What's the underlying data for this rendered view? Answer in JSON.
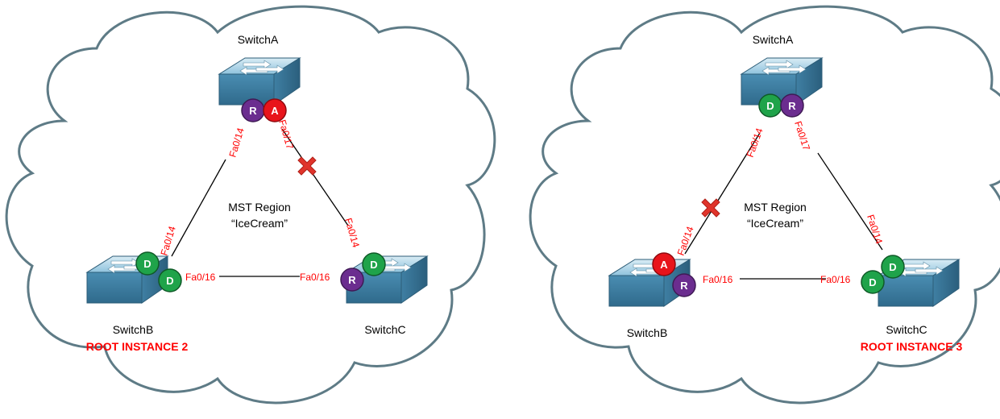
{
  "diagrams": [
    {
      "switch_a": {
        "name": "SwitchA"
      },
      "switch_b": {
        "name": "SwitchB"
      },
      "switch_c": {
        "name": "SwitchC"
      },
      "region": {
        "line1": "MST Region",
        "line2": "“IceCream”"
      },
      "root_label": "ROOT INSTANCE 2",
      "ports": {
        "a_to_b": "Fa0/14",
        "a_to_c": "Fa0/17",
        "b_to_a": "Fa0/14",
        "b_to_c": "Fa0/16",
        "c_to_a": "Fa0/14",
        "c_to_b": "Fa0/16"
      },
      "roles": {
        "a_to_b": "R",
        "a_to_c": "A",
        "b_to_a": "D",
        "b_to_c": "D",
        "c_to_a": "D",
        "c_to_b": "R"
      },
      "blocked_link": "a_to_c"
    },
    {
      "switch_a": {
        "name": "SwitchA"
      },
      "switch_b": {
        "name": "SwitchB"
      },
      "switch_c": {
        "name": "SwitchC"
      },
      "region": {
        "line1": "MST Region",
        "line2": "“IceCream”"
      },
      "root_label": "ROOT INSTANCE 3",
      "ports": {
        "a_to_b": "Fa0/14",
        "a_to_c": "Fa0/17",
        "b_to_a": "Fa0/14",
        "b_to_c": "Fa0/16",
        "c_to_a": "Fa0/14",
        "c_to_b": "Fa0/16"
      },
      "roles": {
        "a_to_b": "D",
        "a_to_c": "R",
        "b_to_a": "A",
        "b_to_c": "R",
        "c_to_a": "D",
        "c_to_b": "D"
      },
      "blocked_link": "a_to_b"
    }
  ],
  "colors": {
    "designated": "#1fa34a",
    "root": "#6b2d8f",
    "alternate": "#e8141b",
    "cloud_stroke": "#5e7b86",
    "switch_body": "#5aa0c4",
    "port_label": "#ff0000",
    "blocked_marker": "#e0342b"
  },
  "icons": {
    "switch": "layer2-switch-icon",
    "blocked": "blocked-link-x-icon"
  }
}
